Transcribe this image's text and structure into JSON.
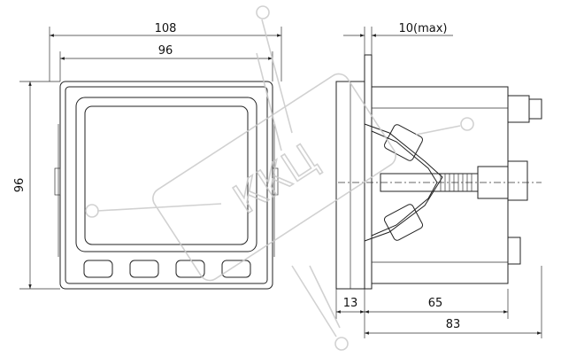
{
  "dimensions": {
    "outer_width": "108",
    "inner_width": "96",
    "height": "96",
    "depth_max": "10(max)",
    "panel_thickness": "13",
    "body_depth": "65",
    "total_depth": "83"
  },
  "watermark": {
    "text": "ККЦ",
    "color": "#c9c9c9"
  },
  "front_panel": {
    "button_count": 4
  },
  "colors": {
    "line": "#222222",
    "background": "#ffffff"
  }
}
